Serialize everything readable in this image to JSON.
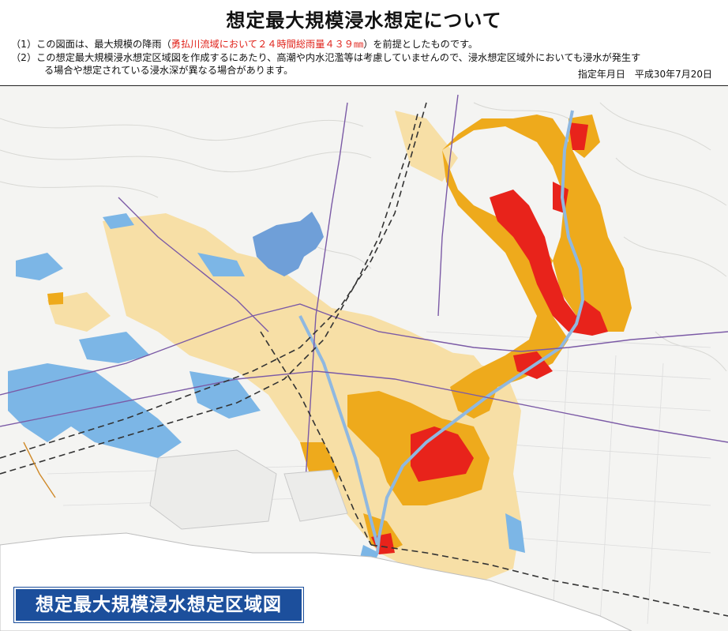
{
  "header": {
    "title": "想定最大規模浸水想定について",
    "note1_prefix": "（1）この図面は、最大規模の降雨（",
    "note1_highlight": "勇払川流域において２４時間総雨量４３９㎜",
    "note1_suffix": "）を前提としたものです。",
    "note2_line1": "（2）この想定最大規模浸水想定区域図を作成するにあたり、高潮や内水氾濫等は考慮していませんので、浸水想定区域外においても浸水が発生す",
    "note2_line2": "る場合や想定されている浸水深が異なる場合があります。",
    "designation_date": "指定年月日　平成30年7月20日"
  },
  "map": {
    "caption": "想定最大規模浸水想定区域図",
    "legend_colors": {
      "flood_deep": "#e8231b",
      "flood_medium": "#eeaa1c",
      "flood_shallow": "#f7dfa6",
      "flood_inland": "#7cb6e6",
      "lake": "#6f9fd8",
      "railway": "#333333",
      "road": "#7b5aa6",
      "river": "#8fb8e0"
    }
  }
}
